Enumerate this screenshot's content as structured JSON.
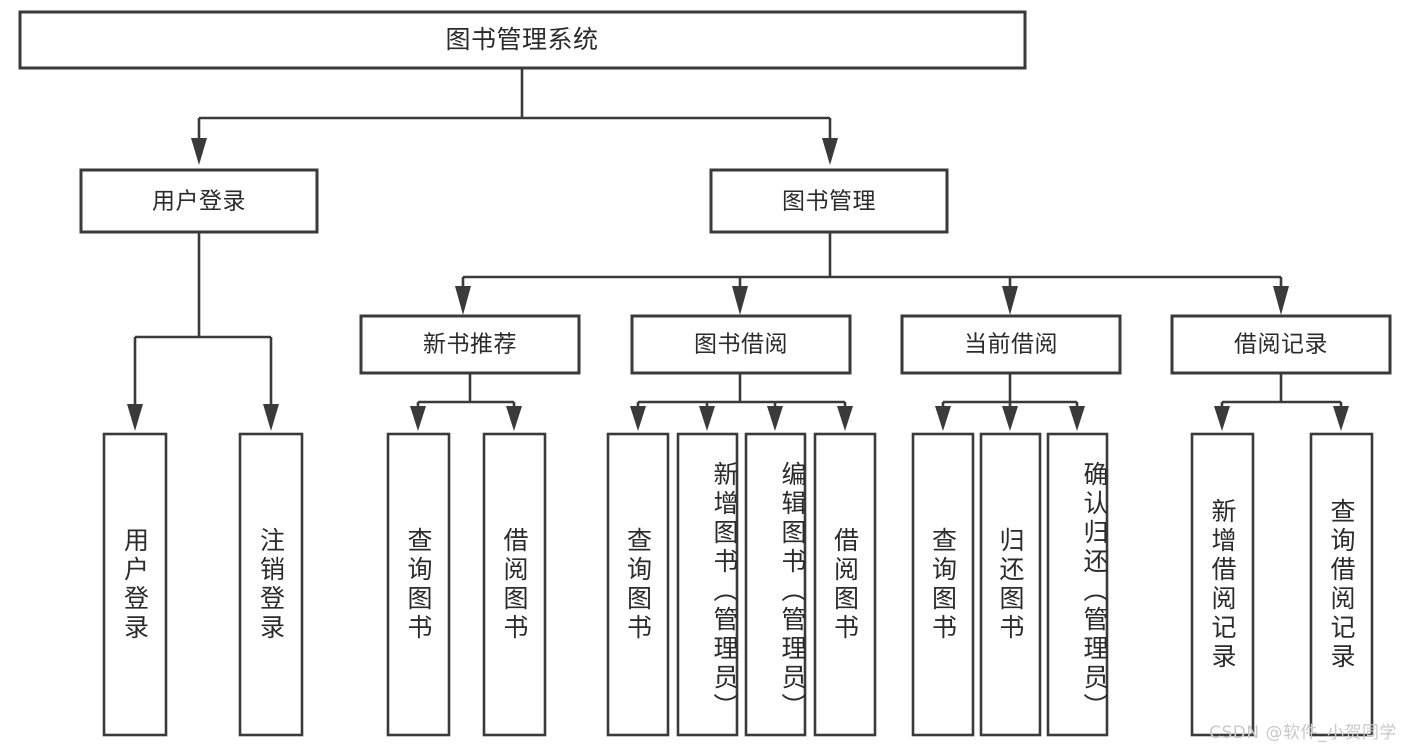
{
  "diagram": {
    "title": "图书管理系统",
    "type": "tree",
    "orientation": "top-down",
    "colors": {
      "box_stroke": "#3a3a3a",
      "box_fill": "#ffffff",
      "line": "#3a3a3a",
      "text": "#2b2b2b",
      "background": "#ffffff",
      "watermark": "#c9c9c9"
    },
    "root": {
      "id": "root",
      "label": "图书管理系统"
    },
    "level2": [
      {
        "id": "user-login",
        "label": "用户登录"
      },
      {
        "id": "book-management",
        "label": "图书管理"
      }
    ],
    "level3": [
      {
        "id": "new-book-recommend",
        "label": "新书推荐",
        "parent": "book-management"
      },
      {
        "id": "book-borrow",
        "label": "图书借阅",
        "parent": "book-management"
      },
      {
        "id": "current-borrow",
        "label": "当前借阅",
        "parent": "book-management"
      },
      {
        "id": "borrow-record",
        "label": "借阅记录",
        "parent": "book-management"
      }
    ],
    "leaves": [
      {
        "id": "leaf-user-login",
        "label": "用户登录",
        "parent": "user-login"
      },
      {
        "id": "leaf-user-logout",
        "label": "注销登录",
        "parent": "user-login"
      },
      {
        "id": "leaf-query-book-1",
        "label": "查询图书",
        "parent": "new-book-recommend"
      },
      {
        "id": "leaf-borrow-book-1",
        "label": "借阅图书",
        "parent": "new-book-recommend"
      },
      {
        "id": "leaf-query-book-2",
        "label": "查询图书",
        "parent": "book-borrow"
      },
      {
        "id": "leaf-add-book",
        "label": "新增图书（管理员）",
        "parent": "book-borrow"
      },
      {
        "id": "leaf-edit-book",
        "label": "编辑图书（管理员）",
        "parent": "book-borrow"
      },
      {
        "id": "leaf-borrow-book-2",
        "label": "借阅图书",
        "parent": "book-borrow"
      },
      {
        "id": "leaf-query-book-3",
        "label": "查询图书",
        "parent": "current-borrow"
      },
      {
        "id": "leaf-return-book",
        "label": "归还图书",
        "parent": "current-borrow"
      },
      {
        "id": "leaf-confirm-return",
        "label": "确认归还（管理员）",
        "parent": "current-borrow"
      },
      {
        "id": "leaf-add-record",
        "label": "新增借阅记录",
        "parent": "borrow-record"
      },
      {
        "id": "leaf-query-record",
        "label": "查询借阅记录",
        "parent": "borrow-record"
      }
    ]
  },
  "watermark": {
    "text": "CSDN @软件_小贺同学"
  }
}
